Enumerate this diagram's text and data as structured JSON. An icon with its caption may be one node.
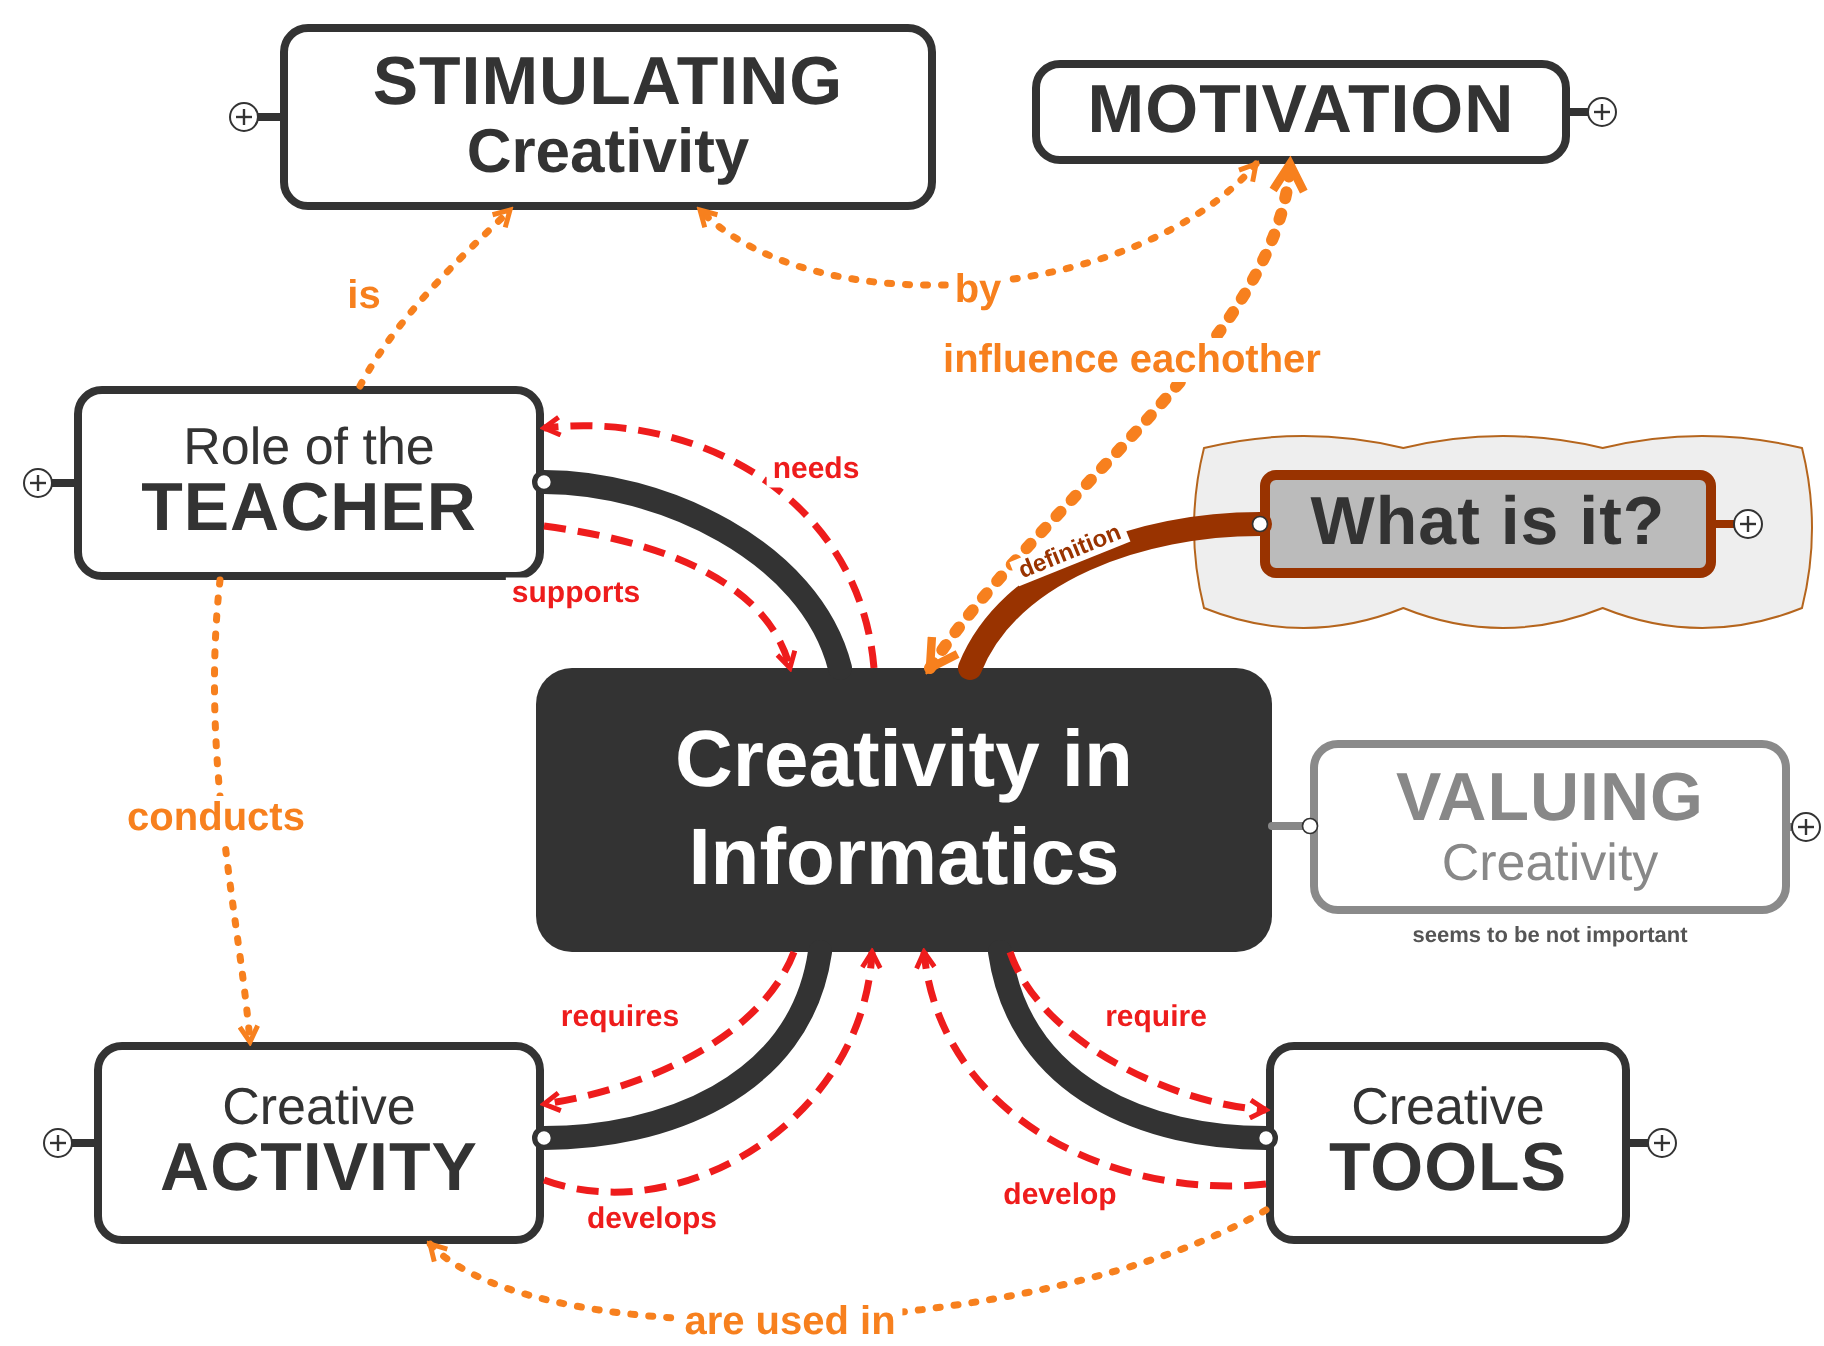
{
  "diagram": {
    "nodes": [
      {
        "text": [
          "STIMULATING",
          "Creativity"
        ]
      },
      {
        "text": [
          "MOTIVATION"
        ]
      },
      {
        "text": [
          "Role of the",
          "TEACHER"
        ]
      },
      {
        "text": [],
        "shape": "cloud"
      },
      {
        "text": [
          "What is it?"
        ],
        "in": 3
      },
      {
        "text": [
          "Creativity in Informatics"
        ]
      },
      {
        "text": [
          "VALUING",
          "Creativity"
        ],
        "beside": [
          "seems to be not important"
        ]
      },
      {
        "text": [
          "Creative",
          "ACTIVITY"
        ]
      },
      {
        "text": [
          "Creative",
          "TOOLS"
        ]
      }
    ],
    "edges": [
      {
        "from": 5,
        "to": 2,
        "arrow": "other",
        "style": "thick",
        "color": "#333333"
      },
      {
        "from": 5,
        "to": 4,
        "arrow": "other",
        "style": "thick",
        "color": "#993300",
        "label": "definition"
      },
      {
        "from": 5,
        "to": 6,
        "arrow": "other",
        "color": "#888888"
      },
      {
        "from": 5,
        "to": 7,
        "arrow": "other",
        "style": "thick",
        "color": "#333333"
      },
      {
        "from": 5,
        "to": 8,
        "arrow": "other",
        "style": "thick",
        "color": "#333333"
      },
      {
        "from": 5,
        "to": 2,
        "arrow": "to",
        "style": "dashed",
        "label": "needs"
      },
      {
        "from": 2,
        "to": 5,
        "arrow": "to",
        "style": "dashed",
        "label": "supports"
      },
      {
        "from": 5,
        "to": 7,
        "arrow": "to",
        "style": "dashed",
        "label": "requires"
      },
      {
        "from": 7,
        "to": 5,
        "arrow": "to",
        "style": "dashed",
        "label": "develops"
      },
      {
        "from": 5,
        "to": 8,
        "arrow": "to",
        "style": "dashed",
        "label": "require"
      },
      {
        "from": 8,
        "to": 5,
        "arrow": "to",
        "style": "dashed",
        "label": "develop"
      },
      {
        "from": 2,
        "to": 0,
        "arrow": "to",
        "style": "dashed",
        "color": "#f7801e",
        "label": "is"
      },
      {
        "from": 1,
        "to": 0,
        "arrow": "both",
        "style": "dashed",
        "color": "#f7801e",
        "label": "by"
      },
      {
        "from": 5,
        "to": 1,
        "arrow": "both",
        "style": "dashed",
        "color": "#f7801e",
        "label": "influence eachother"
      },
      {
        "from": 2,
        "to": 7,
        "arrow": "to",
        "style": "dashed",
        "color": "#f7801e",
        "label": "conducts"
      },
      {
        "from": 8,
        "to": 7,
        "arrow": "to",
        "style": "dashed",
        "color": "#f7801e",
        "label": "are used in"
      }
    ]
  }
}
